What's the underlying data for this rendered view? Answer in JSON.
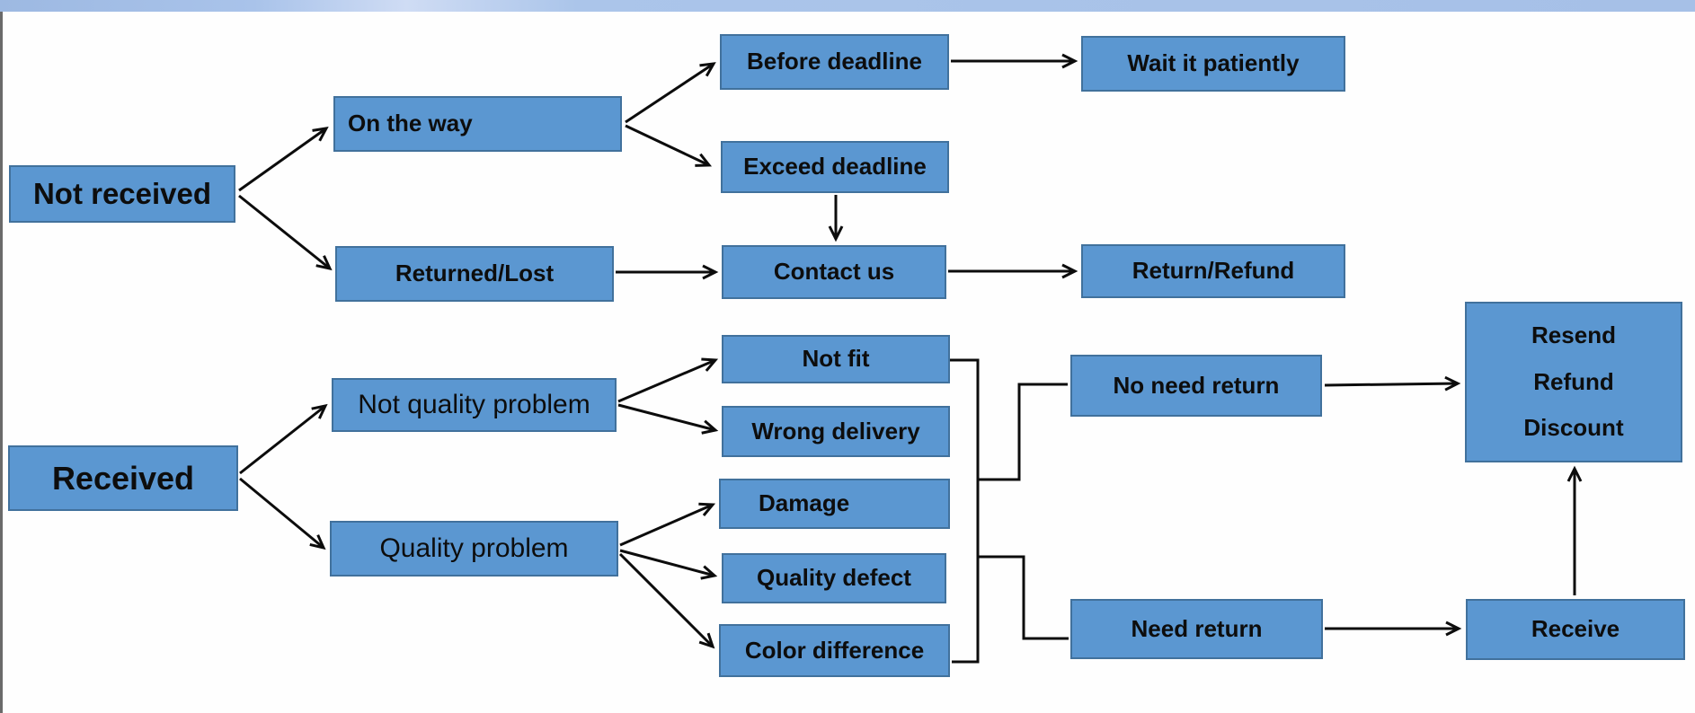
{
  "diagram": {
    "nodes": {
      "not_received": {
        "label": "Not received"
      },
      "on_the_way": {
        "label": "On the way"
      },
      "before_deadline": {
        "label": "Before deadline"
      },
      "wait_it_patiently": {
        "label": "Wait it patiently"
      },
      "exceed_deadline": {
        "label": "Exceed deadline"
      },
      "returned_lost": {
        "label": "Returned/Lost"
      },
      "contact_us": {
        "label": "Contact us"
      },
      "return_refund": {
        "label": "Return/Refund"
      },
      "received": {
        "label": "Received"
      },
      "not_quality_problem": {
        "label": "Not quality problem"
      },
      "quality_problem": {
        "label": "Quality problem"
      },
      "not_fit": {
        "label": "Not fit"
      },
      "wrong_delivery": {
        "label": "Wrong delivery"
      },
      "damage": {
        "label": "Damage"
      },
      "quality_defect": {
        "label": "Quality defect"
      },
      "color_difference": {
        "label": "Color difference"
      },
      "no_need_return": {
        "label": "No need return"
      },
      "need_return": {
        "label": "Need return"
      },
      "resend_refund_discount": {
        "lines": [
          "Resend",
          "Refund",
          "Discount"
        ]
      },
      "receive": {
        "label": "Receive"
      }
    },
    "edges": [
      {
        "from": "not_received",
        "to": "on_the_way",
        "style": "arrow"
      },
      {
        "from": "not_received",
        "to": "returned_lost",
        "style": "arrow"
      },
      {
        "from": "on_the_way",
        "to": "before_deadline",
        "style": "arrow"
      },
      {
        "from": "on_the_way",
        "to": "exceed_deadline",
        "style": "arrow"
      },
      {
        "from": "before_deadline",
        "to": "wait_it_patiently",
        "style": "arrow"
      },
      {
        "from": "exceed_deadline",
        "to": "contact_us",
        "style": "arrow"
      },
      {
        "from": "returned_lost",
        "to": "contact_us",
        "style": "arrow"
      },
      {
        "from": "contact_us",
        "to": "return_refund",
        "style": "arrow"
      },
      {
        "from": "received",
        "to": "not_quality_problem",
        "style": "arrow"
      },
      {
        "from": "received",
        "to": "quality_problem",
        "style": "arrow"
      },
      {
        "from": "not_quality_problem",
        "to": "not_fit",
        "style": "arrow"
      },
      {
        "from": "not_quality_problem",
        "to": "wrong_delivery",
        "style": "arrow"
      },
      {
        "from": "quality_problem",
        "to": "damage",
        "style": "arrow"
      },
      {
        "from": "quality_problem",
        "to": "quality_defect",
        "style": "arrow"
      },
      {
        "from": "quality_problem",
        "to": "color_difference",
        "style": "arrow"
      },
      {
        "from": "not_fit",
        "to": "no_need_return",
        "style": "elbow"
      },
      {
        "from": "color_difference",
        "to": "need_return",
        "style": "elbow"
      },
      {
        "from": "no_need_return",
        "to": "resend_refund_discount",
        "style": "arrow"
      },
      {
        "from": "need_return",
        "to": "receive",
        "style": "arrow"
      },
      {
        "from": "receive",
        "to": "resend_refund_discount",
        "style": "arrow"
      }
    ],
    "colors": {
      "box_fill": "#5b97d1",
      "box_border": "#41719c",
      "arrow": "#0c0c0c",
      "top_bar": "#a9c3ea",
      "text": "#0d0d0d"
    }
  }
}
